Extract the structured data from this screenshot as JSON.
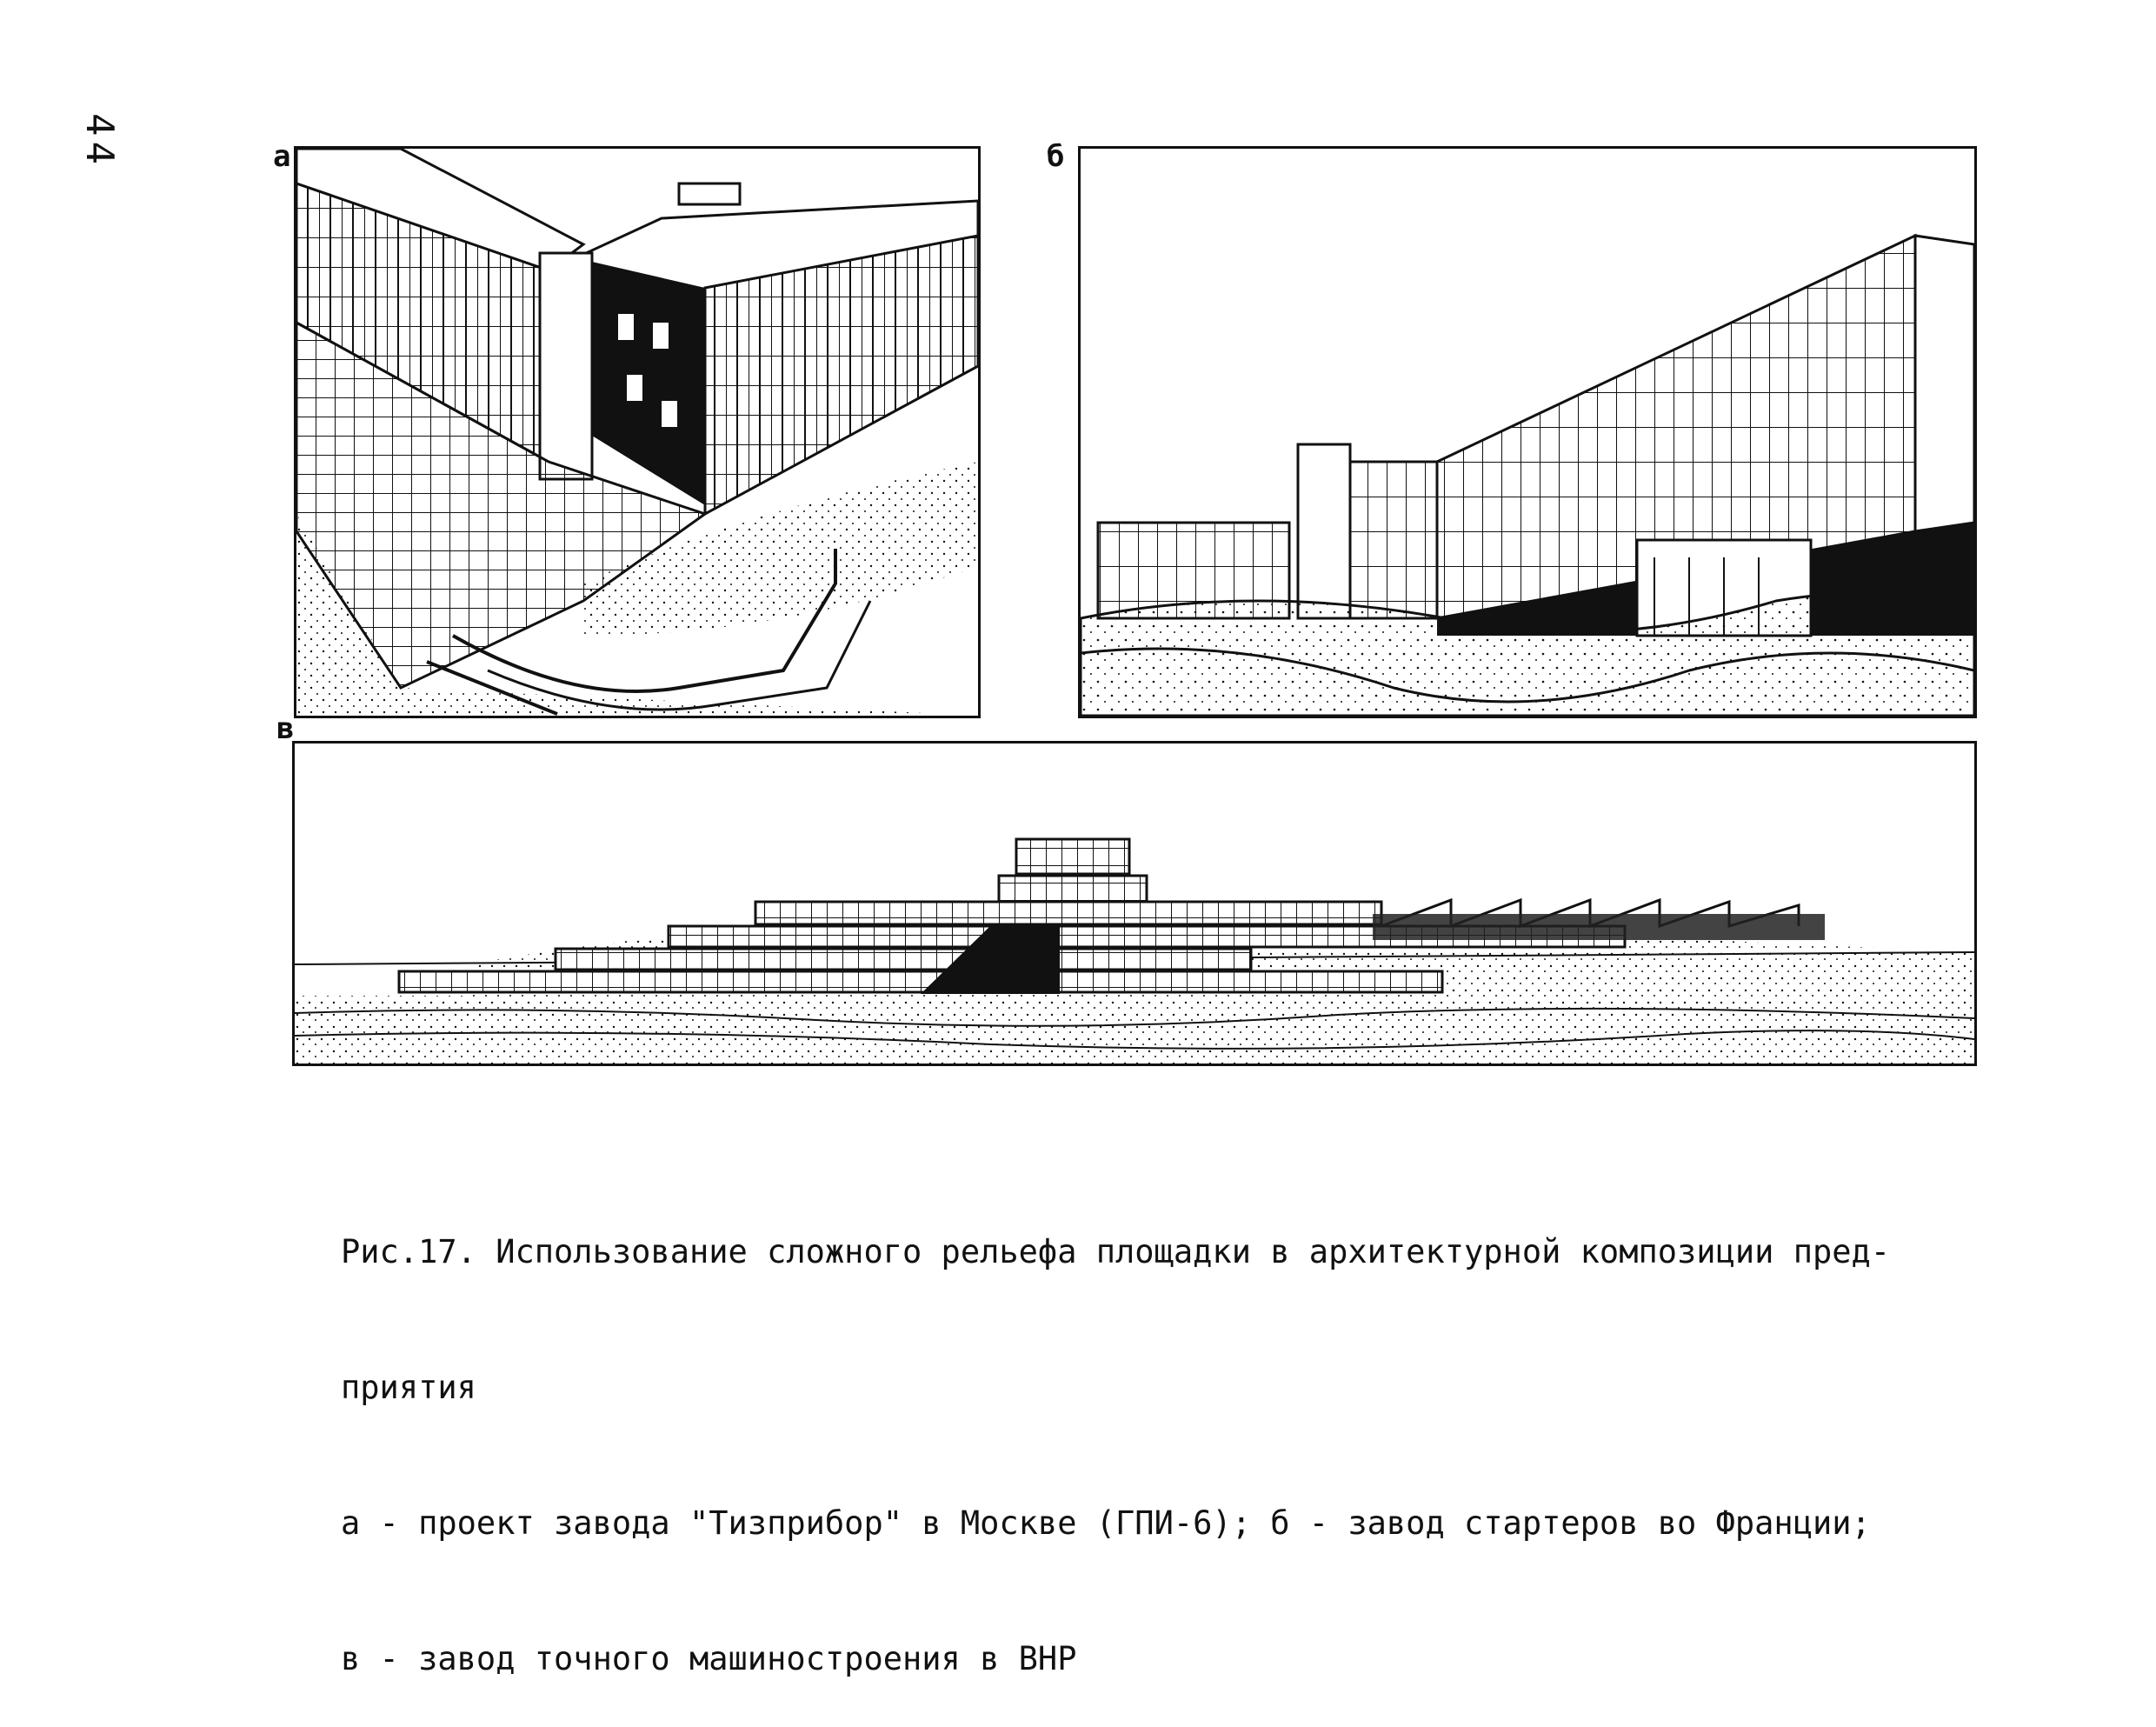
{
  "page_number": "44",
  "figure": {
    "panels": [
      {
        "label": "а",
        "description_icon": "factory-perspective-illustration"
      },
      {
        "label": "б",
        "description_icon": "factory-hillside-illustration"
      },
      {
        "label": "в",
        "description_icon": "factory-panorama-illustration"
      }
    ],
    "caption": {
      "line1": "Рис.17. Использование сложного рельефа площадки в архитектурной композиции пред-",
      "line2": "приятия",
      "line3": "а - проект завода \"Тизприбор\" в Москве (ГПИ-6); б - завод стартеров во  Франции;",
      "line4": "в - завод точного машиностроения в ВНР"
    }
  },
  "colors": {
    "ink": "#111111",
    "paper": "#ffffff"
  }
}
